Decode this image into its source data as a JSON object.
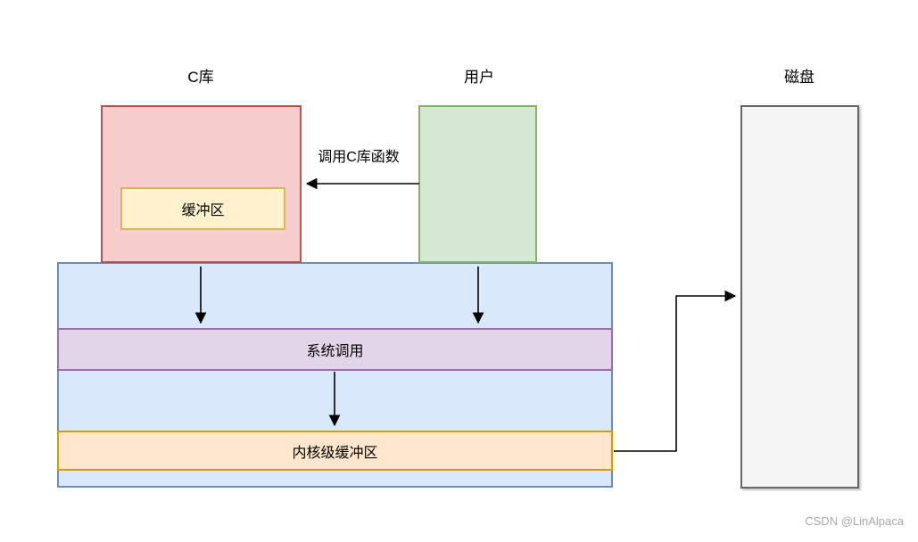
{
  "diagram": {
    "labels": {
      "c_library": "C库",
      "user": "用户",
      "disk": "磁盘"
    },
    "nodes": {
      "buffer": "缓冲区",
      "system_call": "系统调用",
      "kernel_buffer": "内核级缓冲区"
    },
    "edges": {
      "call_c_function": "调用C库函数"
    },
    "colors": {
      "c_library_fill": "#f8cecc",
      "c_library_stroke": "#b85450",
      "user_fill": "#d5e8d4",
      "user_stroke": "#82b366",
      "buffer_fill": "#fff2cc",
      "buffer_stroke": "#d6b656",
      "os_fill": "#dae8fc",
      "os_stroke": "#6c8ebf",
      "system_call_fill": "#e1d5e7",
      "system_call_stroke": "#9673a6",
      "kernel_buffer_fill": "#ffe6cc",
      "kernel_buffer_stroke": "#d79b00",
      "disk_fill": "#f5f5f5",
      "disk_stroke": "#666666",
      "arrow": "#000000"
    }
  },
  "watermark": "CSDN @LinAlpaca"
}
